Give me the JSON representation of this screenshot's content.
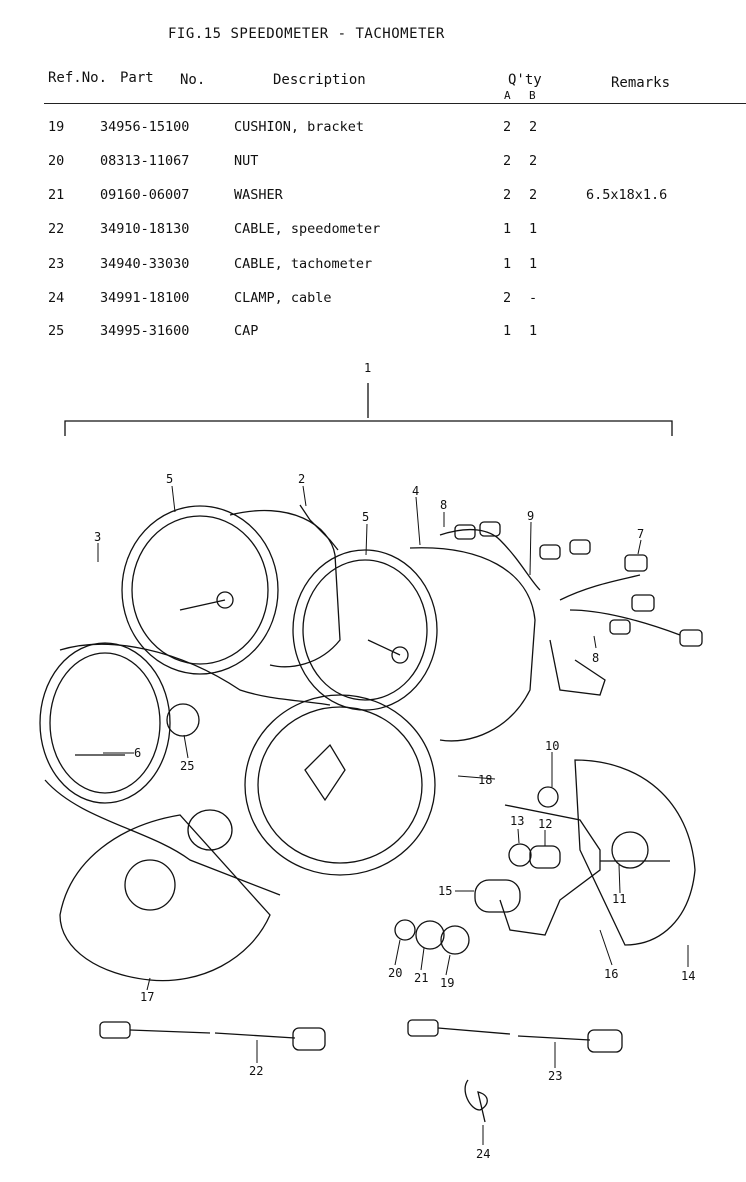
{
  "title": "FIG.15  SPEEDOMETER - TACHOMETER",
  "headers": {
    "ref": "Ref.No.",
    "part": "Part",
    "no": "No.",
    "description": "Description",
    "qty": "Q'ty",
    "qty_a": "A",
    "qty_b": "B",
    "remarks": "Remarks"
  },
  "rows": [
    {
      "ref": "19",
      "part": "34956-15100",
      "desc": "CUSHION, bracket",
      "a": "2",
      "b": "2",
      "remarks": ""
    },
    {
      "ref": "20",
      "part": "08313-11067",
      "desc": "NUT",
      "a": "2",
      "b": "2",
      "remarks": ""
    },
    {
      "ref": "21",
      "part": "09160-06007",
      "desc": "WASHER",
      "a": "2",
      "b": "2",
      "remarks": "6.5x18x1.6"
    },
    {
      "ref": "22",
      "part": "34910-18130",
      "desc": "CABLE, speedometer",
      "a": "1",
      "b": "1",
      "remarks": ""
    },
    {
      "ref": "23",
      "part": "34940-33030",
      "desc": "CABLE, tachometer",
      "a": "1",
      "b": "1",
      "remarks": ""
    },
    {
      "ref": "24",
      "part": "34991-18100",
      "desc": "CLAMP, cable",
      "a": "2",
      "b": "-",
      "remarks": ""
    },
    {
      "ref": "25",
      "part": "34995-31600",
      "desc": "CAP",
      "a": "1",
      "b": "1",
      "remarks": ""
    }
  ],
  "callouts": [
    "1",
    "2",
    "3",
    "4",
    "5",
    "5",
    "6",
    "7",
    "8",
    "8",
    "9",
    "10",
    "11",
    "12",
    "13",
    "14",
    "15",
    "16",
    "17",
    "18",
    "19",
    "20",
    "21",
    "22",
    "23",
    "24",
    "25"
  ]
}
